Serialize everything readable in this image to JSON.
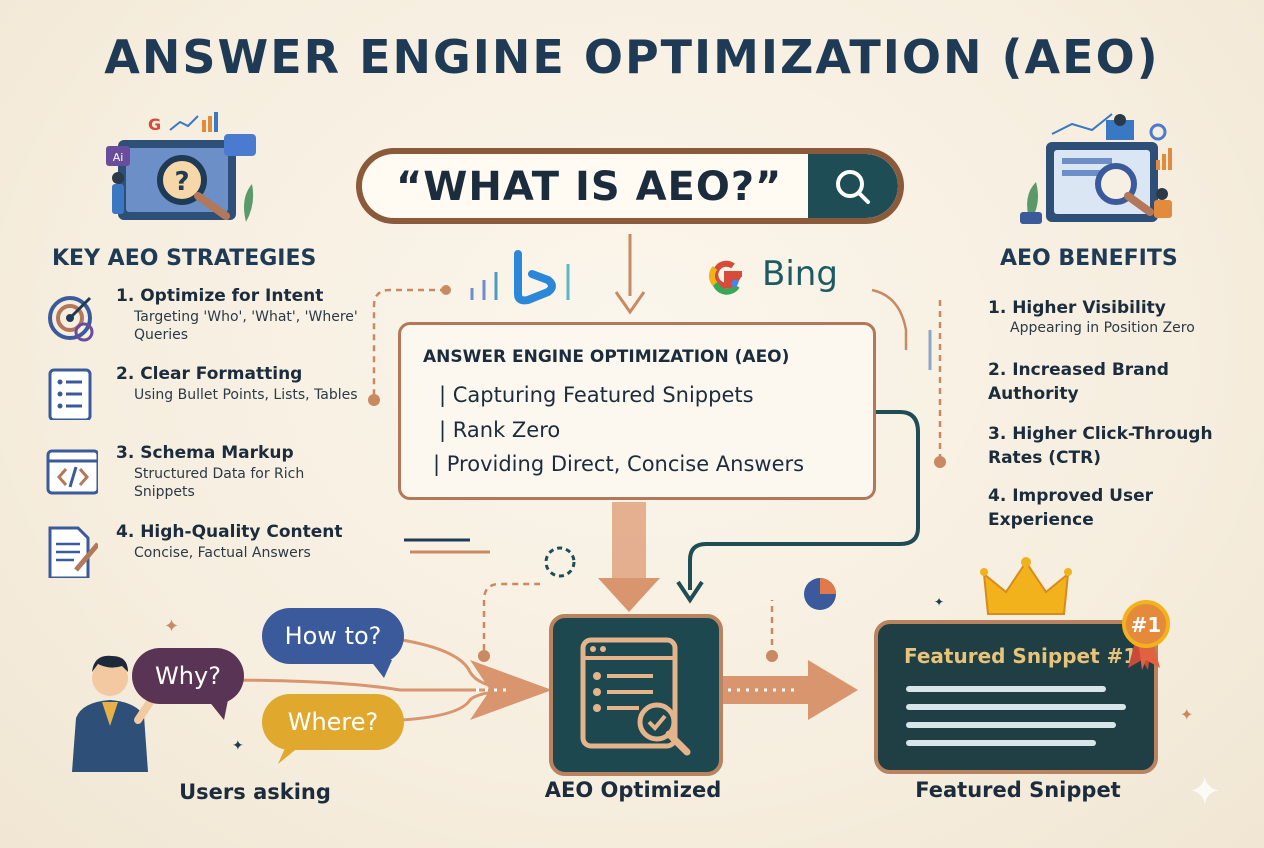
{
  "title": "ANSWER ENGINE OPTIMIZATION (AEO)",
  "search": {
    "query": "“WHAT IS AEO?”"
  },
  "engines": {
    "bing_label": "Bing"
  },
  "strategies": {
    "heading": "KEY AEO STRATEGIES",
    "items": [
      {
        "title": "1. Optimize for Intent",
        "desc": "Targeting 'Who', 'What', 'Where' Queries",
        "icon": "target-icon"
      },
      {
        "title": "2. Clear Formatting",
        "desc": "Using Bullet Points, Lists, Tables",
        "icon": "list-icon"
      },
      {
        "title": "3. Schema Markup",
        "desc": "Structured Data for Rich Snippets",
        "icon": "code-icon"
      },
      {
        "title": "4. High-Quality Content",
        "desc": "Concise, Factual Answers",
        "icon": "document-edit-icon"
      }
    ]
  },
  "center_box": {
    "title": "ANSWER ENGINE OPTIMIZATION (AEO)",
    "items": [
      "Capturing Featured Snippets",
      "Rank Zero",
      "Providing Direct, Concise Answers"
    ]
  },
  "benefits": {
    "heading": "AEO BENEFITS",
    "items": [
      {
        "title": "1.  Higher Visibility",
        "desc": "Appearing in Position Zero"
      },
      {
        "title": "2. Increased Brand Authority",
        "desc": ""
      },
      {
        "title": "3. Higher Click-Through Rates (CTR)",
        "desc": ""
      },
      {
        "title": "4. Improved User Experience",
        "desc": ""
      }
    ]
  },
  "flow": {
    "bubbles": [
      "How to?",
      "Why?",
      "Where?"
    ],
    "users_label": "Users asking",
    "optimized_label": "AEO Optimized",
    "snippet_label": "Featured Snippet",
    "snippet_panel_title": "Featured Snippet #1",
    "badge": "#1"
  },
  "colors": {
    "navy": "#1e3a55",
    "copper": "#b3785a",
    "teal": "#1f4d55",
    "bubble_blue": "#3a5a9c",
    "bubble_plum": "#5a3454",
    "bubble_gold": "#e0a92e"
  }
}
